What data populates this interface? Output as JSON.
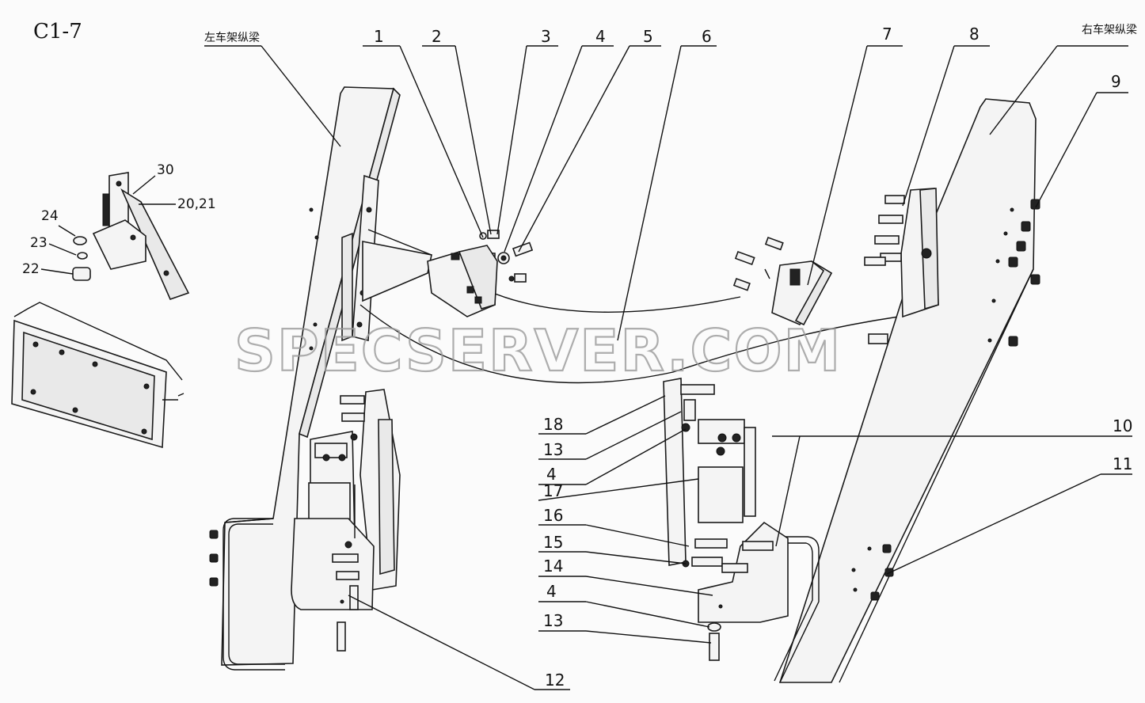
{
  "title": "C1-7",
  "frame_labels": {
    "left": "左车架纵梁",
    "right": "右车架纵梁"
  },
  "watermark": "SPECSERVER.COM",
  "callouts": {
    "c1": "1",
    "c2": "2",
    "c3": "3",
    "c4a": "4",
    "c5": "5",
    "c6": "6",
    "c7": "7",
    "c8": "8",
    "c9": "9",
    "c10": "10",
    "c11": "11",
    "c12": "12",
    "c18": "18",
    "c13a": "13",
    "c4b": "4",
    "c17": "17",
    "c16": "16",
    "c15": "15",
    "c14": "14",
    "c4c": "4",
    "c13b": "13",
    "c30": "30",
    "c2021": "20,21",
    "c24": "24",
    "c23": "23",
    "c22": "22"
  },
  "colors": {
    "line": "#111111",
    "background": "#fbfbfb",
    "watermark": "#9a9a9a"
  }
}
